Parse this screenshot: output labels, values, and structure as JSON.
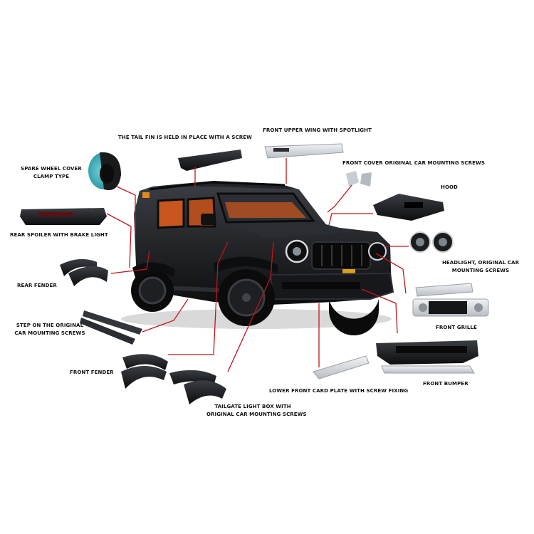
{
  "diagram": {
    "center_image": "black-suv-body-kit",
    "colors": {
      "leader_line": "#c0151b",
      "body": "#16181b",
      "interior": "#c8561e",
      "background": "#ffffff"
    },
    "labels": {
      "tail_fin": "THE TAIL FIN IS HELD IN PLACE WITH A SCREW",
      "front_upper_wing": "FRONT UPPER WING WITH SPOTLIGHT",
      "spare_wheel_cover": [
        "SPARE WHEEL COVER",
        "CLAMP TYPE"
      ],
      "front_cover_screws": "FRONT COVER ORIGINAL CAR MOUNTING SCREWS",
      "hood": "HOOD",
      "rear_spoiler": "REAR SPOILER WITH BRAKE LIGHT",
      "headlight": [
        "HEADLIGHT, ORIGINAL CAR",
        "MOUNTING SCREWS"
      ],
      "rear_fender": "REAR FENDER",
      "step": [
        "STEP ON THE ORIGINAL",
        "CAR MOUNTING SCREWS"
      ],
      "front_grille": "FRONT GRILLE",
      "front_fender": "FRONT FENDER",
      "front_bumper": "FRONT BUMPER",
      "lower_front_plate": "LOWER FRONT CARD PLATE WITH SCREW FIXING",
      "tailgate_light_box": [
        "TAILGATE LIGHT BOX WITH",
        "ORIGINAL CAR MOUNTING SCREWS"
      ]
    }
  }
}
